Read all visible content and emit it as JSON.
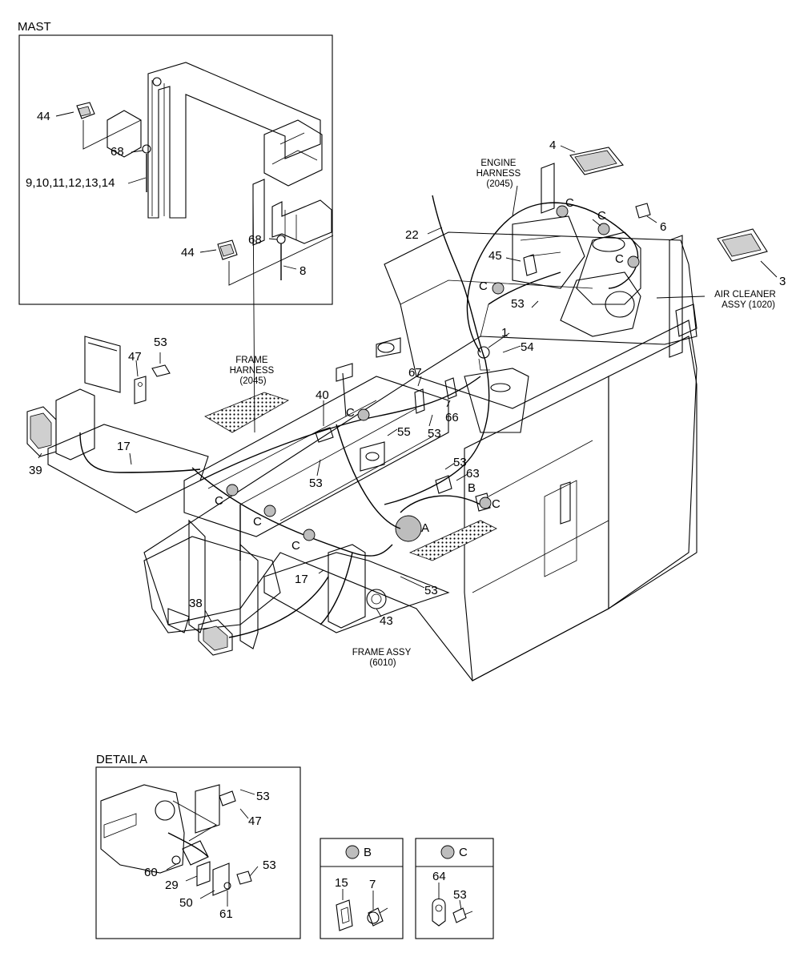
{
  "sections": {
    "mast": "MAST",
    "detail_a": "DETAIL A",
    "detail_b": "B",
    "detail_c": "C"
  },
  "notes": {
    "engine_harness": [
      "ENGINE",
      "HARNESS",
      "(2045)"
    ],
    "frame_harness": [
      "FRAME",
      "HARNESS",
      "(2045)"
    ],
    "air_cleaner": [
      "AIR CLEANER",
      "ASSY (1020)"
    ],
    "frame_assy": [
      "FRAME ASSY",
      "(6010)"
    ]
  },
  "callouts": {
    "mast_44_top": "44",
    "mast_68_top": "68",
    "mast_9_14": "9,10,11,12,13,14",
    "mast_68_bot": "68",
    "mast_44_bot": "44",
    "mast_8": "8",
    "p4": "4",
    "p6": "6",
    "p3": "3",
    "p22": "22",
    "p45": "45",
    "p53_a": "53",
    "p1": "1",
    "p54": "54",
    "p67": "67",
    "p66": "66",
    "p53_b": "53",
    "p55": "55",
    "p40": "40",
    "p53_c": "53",
    "p47": "47",
    "p53_d": "53",
    "p39": "39",
    "p17_a": "17",
    "p53_e": "53",
    "p63": "63",
    "p17_b": "17",
    "p53_f": "53",
    "p43": "43",
    "p38": "38",
    "markA": "A",
    "markB": "B",
    "c1": "C",
    "c2": "C",
    "c3": "C",
    "c4": "C",
    "c5": "C",
    "c6": "C",
    "c7": "C",
    "c8": "C",
    "c9": "C",
    "da_53_top": "53",
    "da_47": "47",
    "da_53_mid": "53",
    "da_60": "60",
    "da_29": "29",
    "da_50": "50",
    "da_61": "61",
    "db_15": "15",
    "db_7": "7",
    "dc_64": "64",
    "dc_53": "53"
  }
}
